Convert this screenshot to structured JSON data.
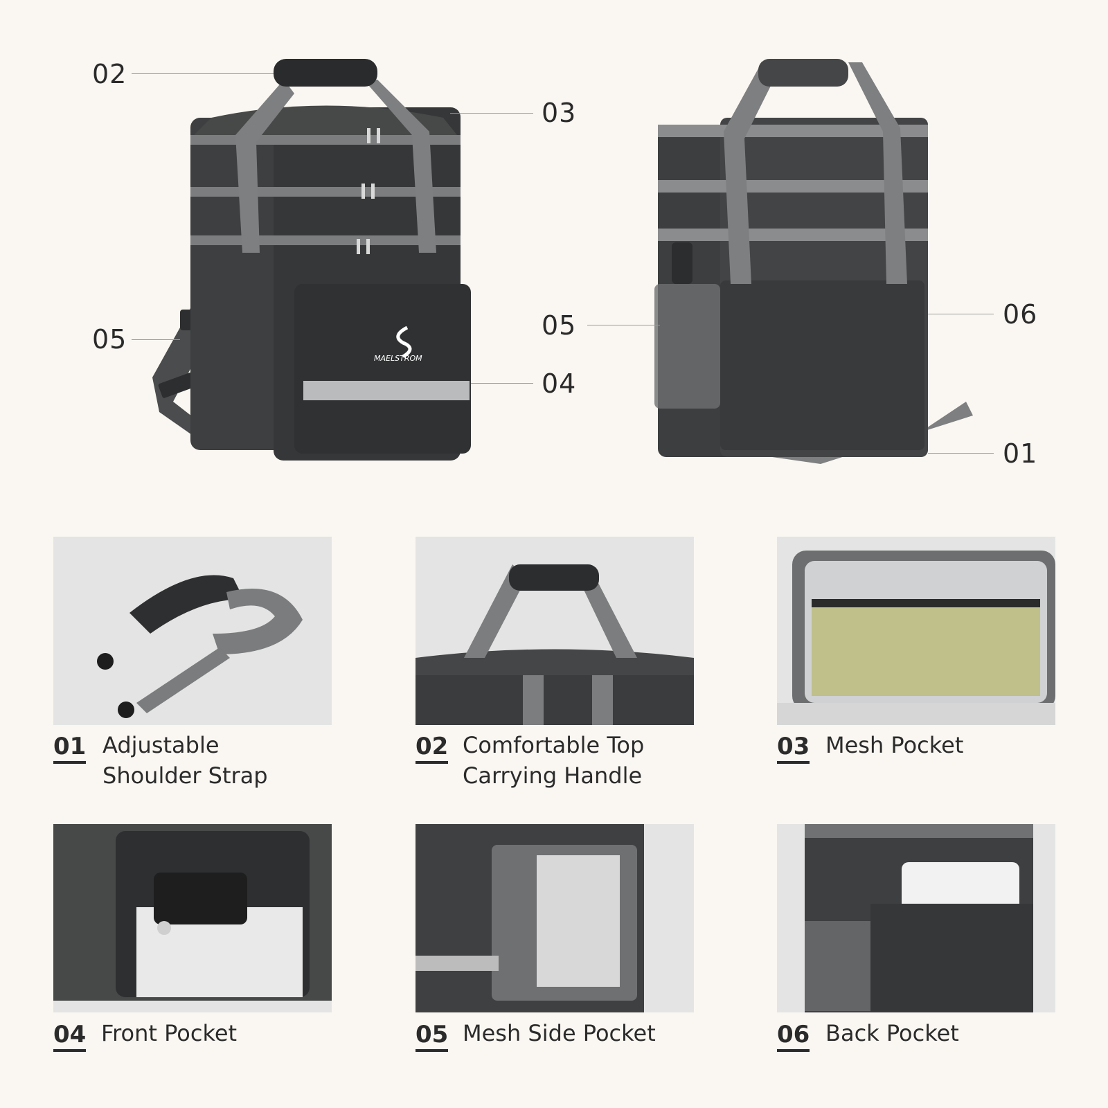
{
  "brand": {
    "logo_text": "MAELSTROM"
  },
  "callouts": {
    "left_02": "02",
    "left_03": "03",
    "left_05": "05",
    "left_04": "04",
    "right_05": "05",
    "right_06": "06",
    "right_01": "01"
  },
  "features": [
    {
      "number": "01",
      "label": "Adjustable\nShoulder Strap",
      "icon": "shoulder-strap"
    },
    {
      "number": "02",
      "label": "Comfortable Top\nCarrying Handle",
      "icon": "top-handle"
    },
    {
      "number": "03",
      "label": "Mesh Pocket",
      "icon": "mesh-pocket"
    },
    {
      "number": "04",
      "label": "Front Pocket",
      "icon": "front-pocket"
    },
    {
      "number": "05",
      "label": "Mesh Side Pocket",
      "icon": "side-pocket"
    },
    {
      "number": "06",
      "label": "Back Pocket",
      "icon": "back-pocket"
    }
  ],
  "colors": {
    "background": "#faf7f2",
    "bag_dark": "#3d3f40",
    "bag_trim": "#7b7d7e",
    "panel_bg": "#e4e4e4"
  }
}
